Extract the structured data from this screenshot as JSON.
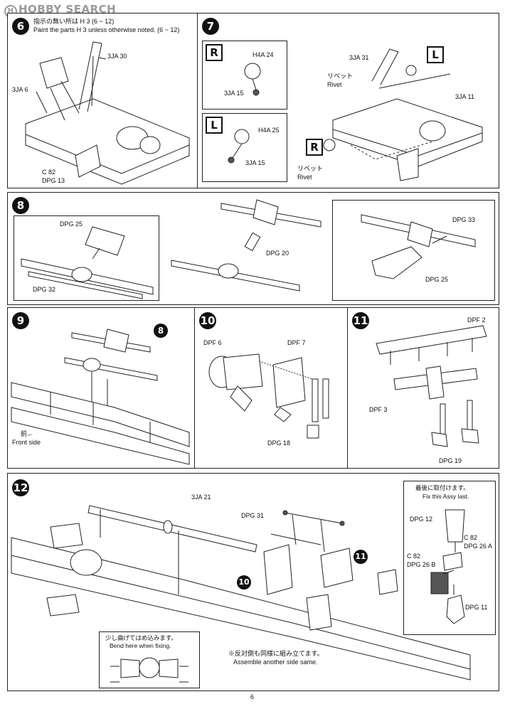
{
  "watermark": "HOBBY SEARCH",
  "page_number": "6",
  "steps": {
    "s6": {
      "number": "6",
      "note_jp": "指示の無い所は",
      "note_code_jp": "H 3 (6 ~ 12)",
      "note_en": "Paint the parts",
      "note_code_en": "H 3",
      "note_en_tail": "unless otherwise noted.",
      "note_range": "(6 ~ 12)",
      "labels": [
        "3JA 30",
        "3JA 6",
        "C 82",
        "DPG 13"
      ]
    },
    "s7": {
      "number": "7",
      "box_r_letter": "R",
      "box_r_labels": [
        "H4A 24",
        "3JA 15"
      ],
      "box_l_letter": "L",
      "box_l_labels": [
        "H4A 25",
        "3JA 15"
      ],
      "main_letter_l": "L",
      "main_letter_r": "R",
      "labels": [
        "3JA 31",
        "リベット",
        "Rivet",
        "3JA 11",
        "リベット",
        "Rivet"
      ]
    },
    "s8": {
      "number": "8",
      "labels": [
        "DPG 25",
        "DPG 32",
        "DPG 20",
        "DPG 33",
        "DPG 25"
      ]
    },
    "s9": {
      "number": "9",
      "ref": "8",
      "front_jp": "前←",
      "front_en": "Front side"
    },
    "s10": {
      "number": "10",
      "labels": [
        "DPF 6",
        "DPF 7",
        "DPG 18"
      ]
    },
    "s11": {
      "number": "11",
      "labels": [
        "DPF 2",
        "DPF 3",
        "DPG 19"
      ]
    },
    "s12": {
      "number": "12",
      "labels": [
        "3JA 21",
        "DPG 31"
      ],
      "ref10": "10",
      "ref11": "11",
      "last_jp": "最後に取付けます。",
      "last_en": "Fix this Assy last.",
      "last_labels": [
        "DPG 12",
        "C 82",
        "DPG 26 A",
        "C 82",
        "DPG 26 B",
        "DPG 11"
      ],
      "bend_jp": "少し曲げてはめ込みます。",
      "bend_en": "Bend here when fixing.",
      "opp_jp": "※反対側も同様に組み立てます。",
      "opp_en": "Assemble another side same."
    }
  }
}
